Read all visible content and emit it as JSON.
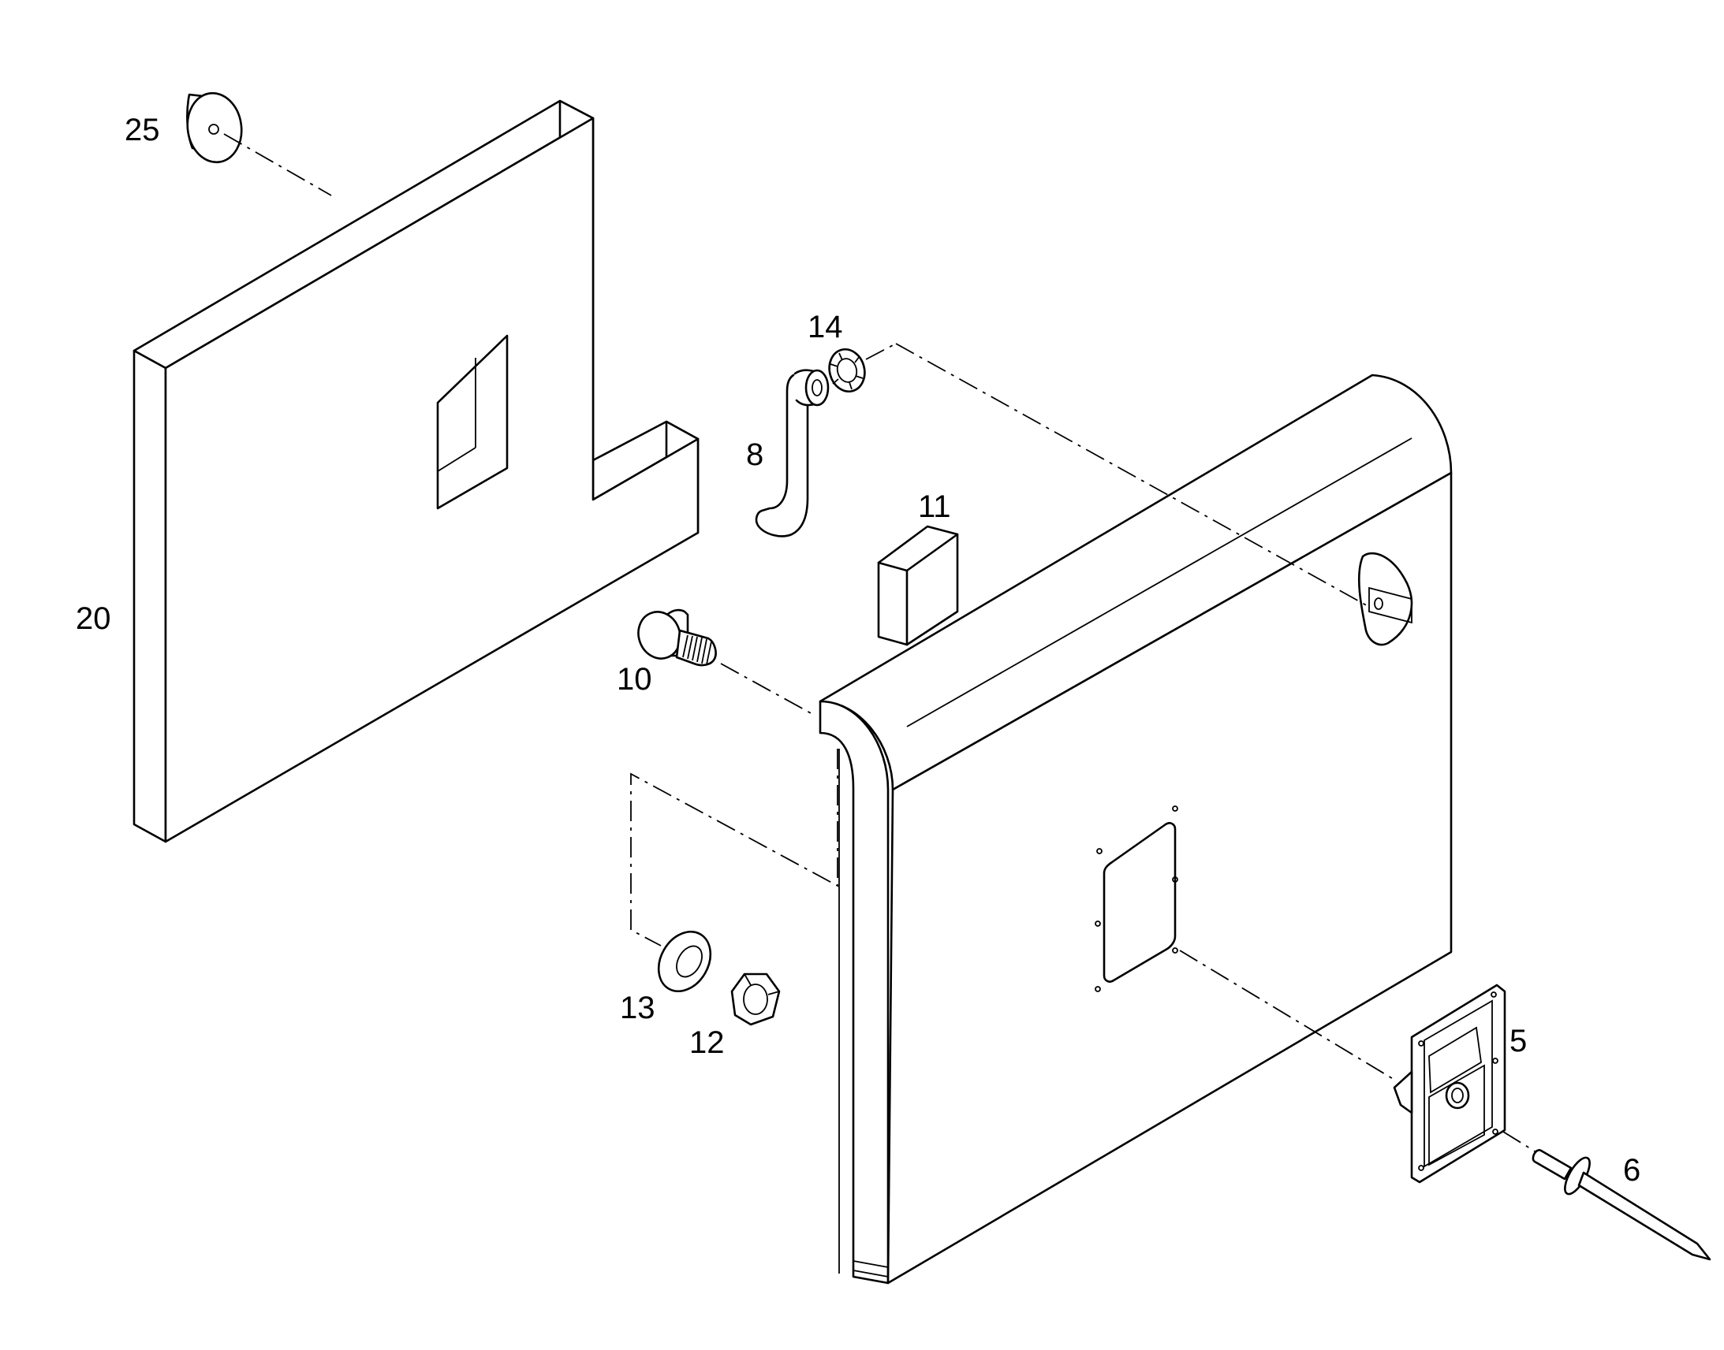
{
  "callouts": [
    {
      "id": "5",
      "text": "5"
    },
    {
      "id": "6",
      "text": "6"
    },
    {
      "id": "8",
      "text": "8"
    },
    {
      "id": "10",
      "text": "10"
    },
    {
      "id": "11",
      "text": "11"
    },
    {
      "id": "12",
      "text": "12"
    },
    {
      "id": "13",
      "text": "13"
    },
    {
      "id": "14",
      "text": "14"
    },
    {
      "id": "20",
      "text": "20"
    },
    {
      "id": "25",
      "text": "25"
    }
  ],
  "colors": {
    "line": "#000000",
    "background": "#ffffff"
  }
}
